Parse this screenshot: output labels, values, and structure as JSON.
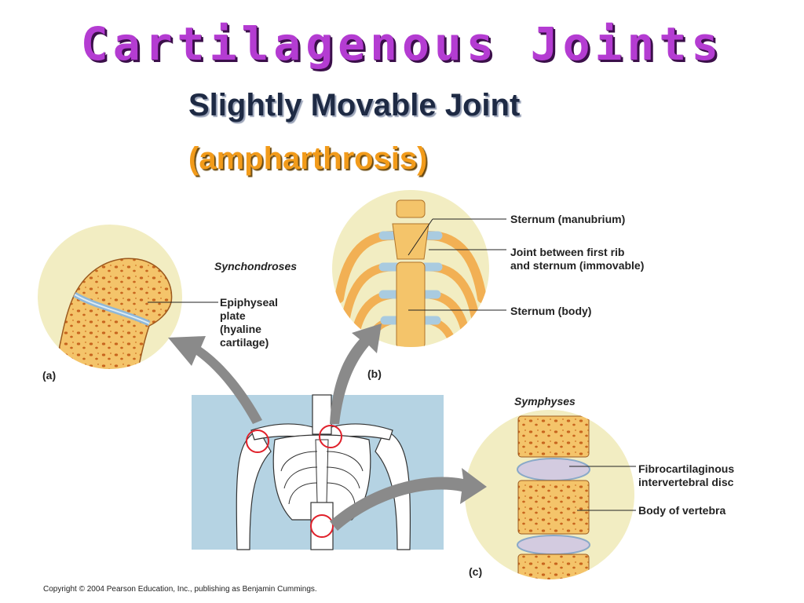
{
  "slide": {
    "title": "Cartilagenous Joints",
    "subtitle": "Slightly Movable Joint",
    "subtitle_term": "(ampharthrosis)",
    "copyright": "Copyright © 2004 Pearson Education, Inc., publishing as Benjamin Cummings."
  },
  "diagram": {
    "synchondroses_heading": "Synchondroses",
    "symphyses_heading": "Symphyses",
    "panel_a": "(a)",
    "panel_b": "(b)",
    "panel_c": "(c)",
    "labels": {
      "epiphyseal_1": "Epiphyseal",
      "epiphyseal_2": "plate",
      "epiphyseal_3": "(hyaline",
      "epiphyseal_4": "cartilage)",
      "manubrium": "Sternum (manubrium)",
      "first_rib_1": "Joint between first rib",
      "first_rib_2": "and sternum (immovable)",
      "sternum_body": "Sternum (body)",
      "disc_1": "Fibrocartilaginous",
      "disc_2": "intervertebral disc",
      "vertebra": "Body of vertebra"
    }
  },
  "colors": {
    "title": "#b43cd2",
    "term": "#f29b1a",
    "circle_bg": "#f2edc2",
    "bone": "#f4c46a",
    "cartilage": "#a9cbe0",
    "figure_bg": "#b5d3e3",
    "arrow": "#8a8a8a",
    "highlight": "#e0202a"
  }
}
